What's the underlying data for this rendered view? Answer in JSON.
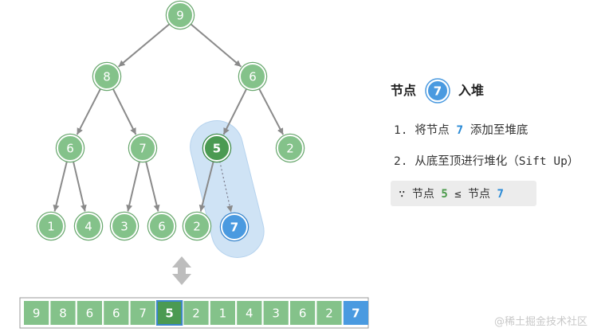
{
  "colors": {
    "node_fill": "#84c28a",
    "node_stroke": "#ffffff",
    "node_ring": "#6aa86f",
    "highlight_fill": "#4a9ae0",
    "highlight_node_fill": "#4b9a52",
    "edge": "#8a8a8a",
    "capsule": "#cfe3f5"
  },
  "tree": {
    "nodes": [
      {
        "id": "n0",
        "value": "9"
      },
      {
        "id": "n1",
        "value": "8"
      },
      {
        "id": "n2",
        "value": "6"
      },
      {
        "id": "n3",
        "value": "6"
      },
      {
        "id": "n4",
        "value": "7"
      },
      {
        "id": "n5",
        "value": "5",
        "role": "parent"
      },
      {
        "id": "n6",
        "value": "2"
      },
      {
        "id": "n7",
        "value": "1"
      },
      {
        "id": "n8",
        "value": "4"
      },
      {
        "id": "n9",
        "value": "3"
      },
      {
        "id": "n10",
        "value": "6"
      },
      {
        "id": "n11",
        "value": "2"
      },
      {
        "id": "n12",
        "value": "7",
        "role": "inserted"
      }
    ]
  },
  "array": {
    "values": [
      "9",
      "8",
      "6",
      "6",
      "7",
      "5",
      "2",
      "1",
      "4",
      "3",
      "6",
      "2",
      "7"
    ],
    "highlight_index": 12,
    "outlined_index": 5
  },
  "panel": {
    "title_prefix": "节点",
    "title_value": "7",
    "title_suffix": "入堆",
    "step1_prefix": "1. 将节点 ",
    "step1_value": "7",
    "step1_suffix": " 添加至堆底",
    "step2": "2. 从底至顶进行堆化（Sift Up）",
    "cond_because": "∵",
    "cond_node1": "节点",
    "cond_val1": "5",
    "cond_leq": "≤",
    "cond_node2": "节点",
    "cond_val2": "7"
  },
  "watermark": "@稀土掘金技术社区"
}
